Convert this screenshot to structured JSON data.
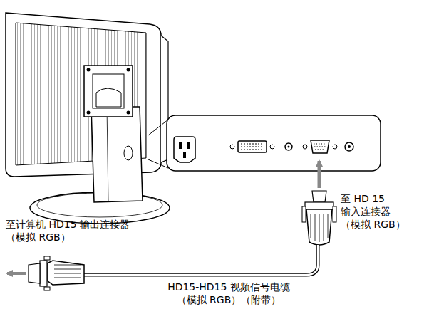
{
  "diagram": {
    "labels": [
      "至计算机 HD15 输出连接器 （模拟 RGB）",
      "至 HD 15 输入连接器 （模拟 RGB）",
      "HD15-HD15 视频信号电缆 （模拟 RGB）（附带）"
    ]
  }
}
